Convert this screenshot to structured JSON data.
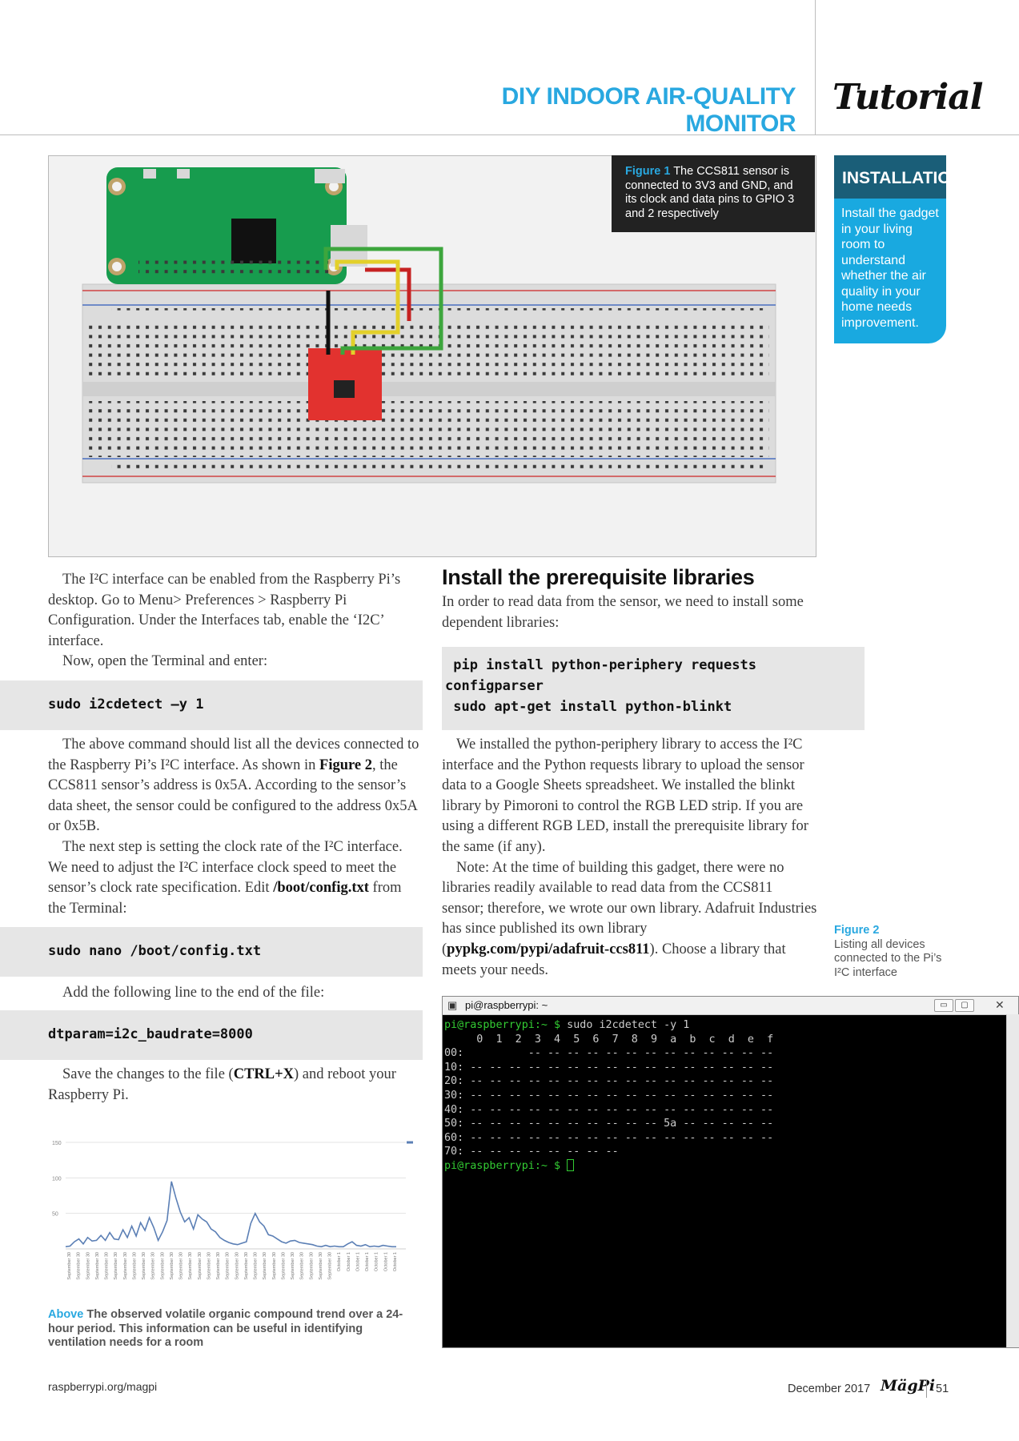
{
  "header": {
    "running_title": "DIY INDOOR AIR-QUALITY MONITOR",
    "section": "Tutorial"
  },
  "figure1": {
    "label": "Figure 1",
    "caption": "The CCS811 sensor is connected to 3V3 and GND, and its clock and data pins to GPIO 3 and 2 respectively"
  },
  "sidebar": {
    "title": "INSTALLATION",
    "text": "Install the gadget in your living room to understand whether the air quality in your home needs improvement."
  },
  "left_column": {
    "p1": "The I²C interface can be enabled from the Raspberry Pi’s desktop. Go to Menu> Preferences > Raspberry Pi Configuration. Under the Interfaces tab, enable the ‘I2C’ interface.",
    "p2": "Now, open the Terminal and enter:",
    "code1": "sudo i2cdetect –y 1",
    "p3a": "The above command should list all the devices connected to the Raspberry Pi’s I²C interface. As shown in ",
    "p3b": "Figure 2",
    "p3c": ", the CCS811 sensor’s address is 0x5A. According to the sensor’s data sheet, the sensor could be configured to the address 0x5A or 0x5B.",
    "p4a": "The next step is setting the clock rate of the I²C interface. We need to adjust the I²C interface clock speed to meet the sensor’s clock rate specification. Edit ",
    "p4b": "/boot/config.txt",
    "p4c": " from the Terminal:",
    "code2": "sudo nano /boot/config.txt",
    "p5": "Add the following line to the end of the file:",
    "code3": "dtparam=i2c_baudrate=8000",
    "p6a": "Save the changes to the file (",
    "p6b": "CTRL+X",
    "p6c": ") and reboot your Raspberry Pi."
  },
  "right_column": {
    "heading": "Install the prerequisite libraries",
    "p1": "In order to read data from the sensor, we need to install some dependent libraries:",
    "code_line1": " pip install python-periphery requests",
    "code_line2": "configparser",
    "code_line3": " sudo apt-get install python-blinkt",
    "p2": "We installed the python-periphery library to access the I²C interface and the Python requests library to upload the sensor data to a Google Sheets spreadsheet. We installed the blinkt library by Pimoroni to control the RGB LED strip. If you are using a different RGB LED, install the prerequisite library for the same (if any).",
    "p3a": "Note: At the time of building this gadget, there were no libraries readily available to read data from the CCS811 sensor; therefore, we wrote our own library. Adafruit Industries has since published its own library (",
    "p3b": "pypkg.com/pypi/adafruit-ccs811",
    "p3c": "). Choose a library that meets your needs."
  },
  "figure2": {
    "label": "Figure 2",
    "caption": "Listing all devices connected to the Pi’s I²C interface"
  },
  "terminal": {
    "title": "pi@raspberrypi: ~",
    "lines": [
      "pi@raspberrypi:~ $ sudo i2cdetect -y 1",
      "     0  1  2  3  4  5  6  7  8  9  a  b  c  d  e  f",
      "00:          -- -- -- -- -- -- -- -- -- -- -- -- --",
      "10: -- -- -- -- -- -- -- -- -- -- -- -- -- -- -- --",
      "20: -- -- -- -- -- -- -- -- -- -- -- -- -- -- -- --",
      "30: -- -- -- -- -- -- -- -- -- -- -- -- -- -- -- --",
      "40: -- -- -- -- -- -- -- -- -- -- -- -- -- -- -- --",
      "50: -- -- -- -- -- -- -- -- -- -- 5a -- -- -- -- --",
      "60: -- -- -- -- -- -- -- -- -- -- -- -- -- -- -- --",
      "70: -- -- -- -- -- -- -- --",
      "pi@raspberrypi:~ $ "
    ]
  },
  "chart_data": {
    "type": "line",
    "title": "",
    "xlabel": "",
    "ylabel": "",
    "ylim": [
      0,
      150
    ],
    "yticks": [
      50,
      100,
      150
    ],
    "color": "#5b7fb5",
    "x_tick_labels": [
      "September 30",
      "September 30",
      "September 30",
      "September 30",
      "September 30",
      "September 30",
      "September 30",
      "September 30",
      "September 30",
      "September 30",
      "September 30",
      "September 30",
      "September 30",
      "September 30",
      "September 30",
      "September 30",
      "September 30",
      "September 30",
      "September 30",
      "September 30",
      "September 30",
      "September 30",
      "September 30",
      "September 30",
      "September 30",
      "September 30",
      "September 30",
      "September 30",
      "September 30",
      "October 1",
      "October 1",
      "October 1",
      "October 1",
      "October 1",
      "October 1",
      "October 1"
    ],
    "values": [
      3,
      4,
      10,
      14,
      7,
      16,
      11,
      12,
      19,
      12,
      23,
      14,
      13,
      27,
      16,
      32,
      18,
      37,
      26,
      44,
      30,
      12,
      24,
      40,
      95,
      72,
      52,
      38,
      44,
      28,
      48,
      42,
      38,
      28,
      24,
      16,
      12,
      9,
      7,
      6,
      8,
      10,
      36,
      50,
      38,
      32,
      20,
      18,
      14,
      10,
      8,
      11,
      12,
      9,
      8,
      7,
      6,
      4,
      3,
      5,
      3,
      4,
      3,
      3,
      7,
      10,
      5,
      4,
      6,
      3,
      4,
      3,
      5,
      4,
      3,
      3
    ]
  },
  "chart_caption": {
    "label": "Above",
    "text": "The observed volatile organic compound trend over a 24-hour period. This information can be useful in identifying ventilation needs for a room"
  },
  "footer": {
    "url": "raspberrypi.org/magpi",
    "date": "December 2017",
    "logo": "MägPi",
    "page": "51"
  }
}
